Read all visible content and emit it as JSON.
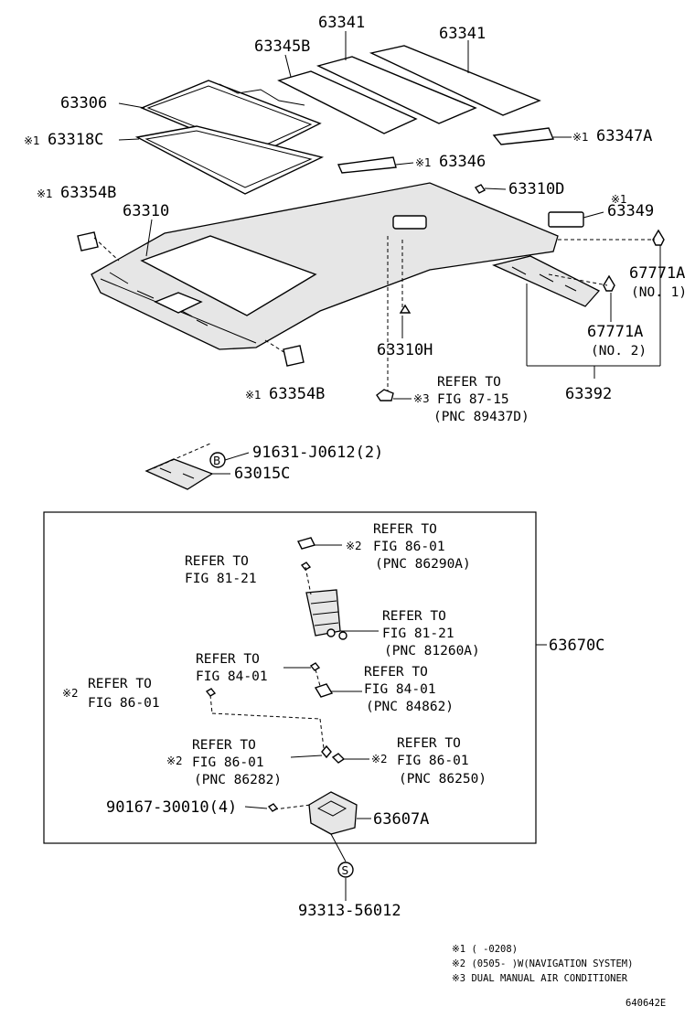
{
  "parts": {
    "p63341_a": "63341",
    "p63341_b": "63341",
    "p63345b": "63345B",
    "p63306": "63306",
    "p63318c": "63318C",
    "p63347a": "63347A",
    "p63346": "63346",
    "p63354b_top": "63354B",
    "p63310d": "63310D",
    "p63310": "63310",
    "p63349": "63349",
    "p67771a_1": "67771A",
    "p67771a_1_sub": "(NO. 1)",
    "p67771a_2": "67771A",
    "p67771a_2_sub": "(NO. 2)",
    "p63310h": "63310H",
    "p63392": "63392",
    "p63354b_bot": "63354B",
    "p91631": "91631-J0612(2)",
    "p63015c": "63015C",
    "p63670c": "63670C",
    "p90167": "90167-30010(4)",
    "p63607a": "63607A",
    "p93313": "93313-56012"
  },
  "marks": {
    "m1": "※1",
    "m2": "※2",
    "m3": "※3",
    "circle_b": "B",
    "circle_s": "S"
  },
  "refs": {
    "r87_1": "REFER TO",
    "r87_2": "FIG 87-15",
    "r87_3": "(PNC 89437D)",
    "r86a_1": "REFER TO",
    "r86a_2": "FIG  86-01",
    "r86a_3": "(PNC 86290A)",
    "r81a_1": "REFER TO",
    "r81a_2": "FIG  81-21",
    "r81b_1": "REFER TO",
    "r81b_2": "FIG  81-21",
    "r81b_3": "(PNC 81260A)",
    "r84a_1": "REFER TO",
    "r84a_2": "FIG  84-01",
    "r84b_1": "REFER TO",
    "r84b_2": "FIG  84-01",
    "r84b_3": "(PNC 84862)",
    "r86b_1": "REFER TO",
    "r86b_2": "FIG  86-01",
    "r86c_1": "REFER TO",
    "r86c_2": "FIG  86-01",
    "r86c_3": "(PNC 86282)",
    "r86d_1": "REFER TO",
    "r86d_2": "FIG  86-01",
    "r86d_3": "(PNC 86250)"
  },
  "notes": {
    "n1": "※1 (    -0208)",
    "n2": "※2 (0505-    )W(NAVIGATION SYSTEM)",
    "n3": "※3 DUAL MANUAL AIR CONDITIONER"
  },
  "figure_code": "640642E"
}
